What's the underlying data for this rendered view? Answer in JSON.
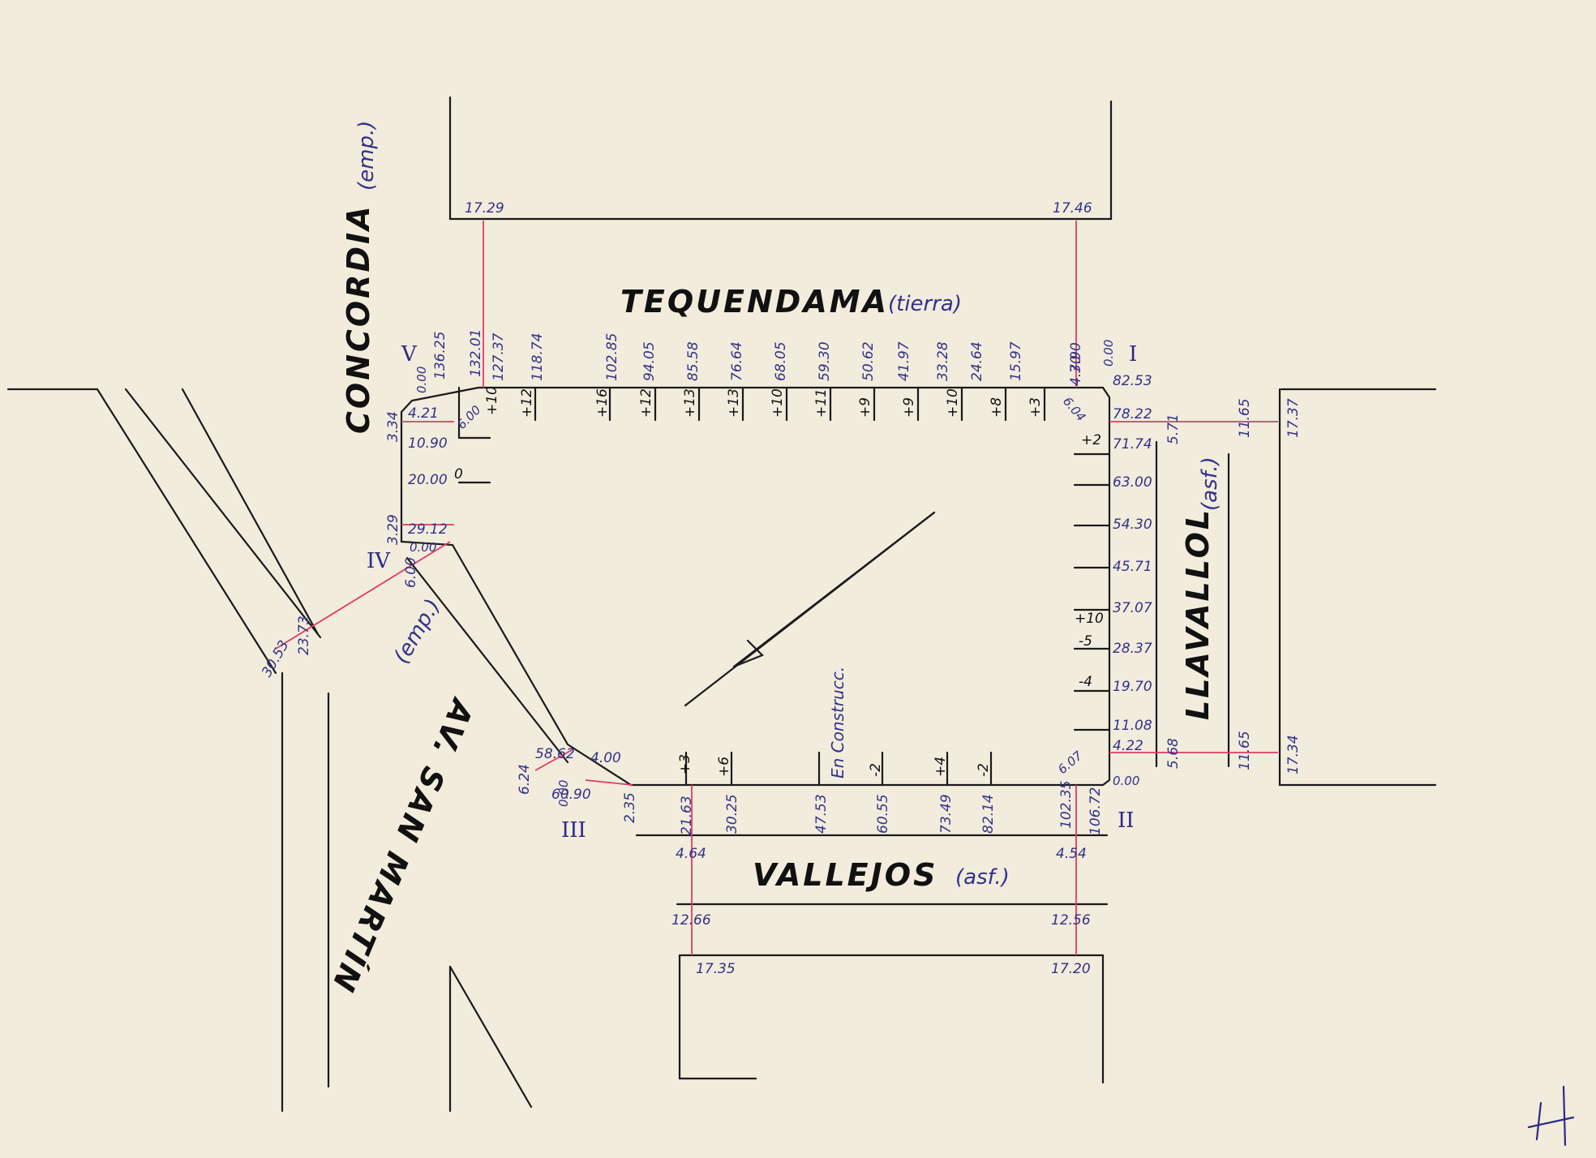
{
  "streets": {
    "tequendama": {
      "name": "TEQUENDAMA",
      "surface": "(tierra)"
    },
    "concordia": {
      "name": "CONCORDIA",
      "surface": "(emp.)"
    },
    "llavallol": {
      "name": "LLAVALLOL",
      "surface": "(asf.)"
    },
    "vallejos": {
      "name": "VALLEJOS",
      "surface": "(asf.)"
    },
    "sanmartin": {
      "name": "AV. SAN MARTÍN",
      "surface": "(emp.)"
    }
  },
  "vertices": [
    "I",
    "II",
    "III",
    "IV",
    "V"
  ],
  "corner_labels": {
    "v_start": "136.25",
    "v_end": "132.01",
    "i_pt": "82.53",
    "i_zero": "0.00",
    "ii_zero": "0.00",
    "ii_end": "106.72",
    "iii_zero": "0.00",
    "iii_end": "60.90",
    "iv_zero": "0.00",
    "v_zero": "0.00",
    "iii_a": "58.62",
    "iii_b": "4.00",
    "iii_c": "6.24",
    "iv_a": "6.00",
    "iv_b": "3.29",
    "v_a": "3.34",
    "v_b": "6.00",
    "i_a": "6.04",
    "ii_a": "6.07"
  },
  "tequendama_stations": [
    "127.37",
    "118.74",
    "102.85",
    "94.05",
    "85.58",
    "76.64",
    "68.05",
    "59.30",
    "50.62",
    "41.97",
    "33.28",
    "24.64",
    "15.97",
    "7.90",
    "4.30"
  ],
  "tequendama_levels": [
    "+12",
    "+16",
    "+12",
    "+13",
    "+13",
    "+10",
    "+11",
    "+9",
    "+9",
    "+10",
    "+8",
    "+3"
  ],
  "concordia_stations": [
    "4.21",
    "10.90",
    "20.00",
    "29.12"
  ],
  "llavallol_stations": [
    "78.22",
    "71.74",
    "63.00",
    "54.30",
    "45.71",
    "37.07",
    "28.37",
    "19.70",
    "11.08",
    "4.22"
  ],
  "llavallol_levels": [
    "+2",
    "+10",
    "-5",
    "-4"
  ],
  "vallejos_stations": [
    "2.35",
    "21.63",
    "30.25",
    "47.53",
    "60.55",
    "73.49",
    "82.14",
    "102.35"
  ],
  "vallejos_levels": [
    "+3",
    "+6",
    "-2",
    "+4",
    "-2"
  ],
  "widths": {
    "tequendama_left": "17.29",
    "tequendama_right": "17.46",
    "vallejos_left_top": "4.64",
    "vallejos_left_mid": "12.66",
    "vallejos_left_bot": "17.35",
    "vallejos_right_top": "4.54",
    "vallejos_right_mid": "12.56",
    "vallejos_right_bot": "17.20",
    "llavallol_top_a": "5.71",
    "llavallol_top_b": "11.65",
    "llavallol_top_c": "17.37",
    "llavallol_bot_a": "5.68",
    "llavallol_bot_b": "11.65",
    "llavallol_bot_c": "17.34",
    "sanmartin_a": "23.73",
    "sanmartin_b": "30.53"
  },
  "small": {
    "plus": "+6",
    "zero": "0",
    "plus2": "+10"
  },
  "annotation": "En Construcc."
}
